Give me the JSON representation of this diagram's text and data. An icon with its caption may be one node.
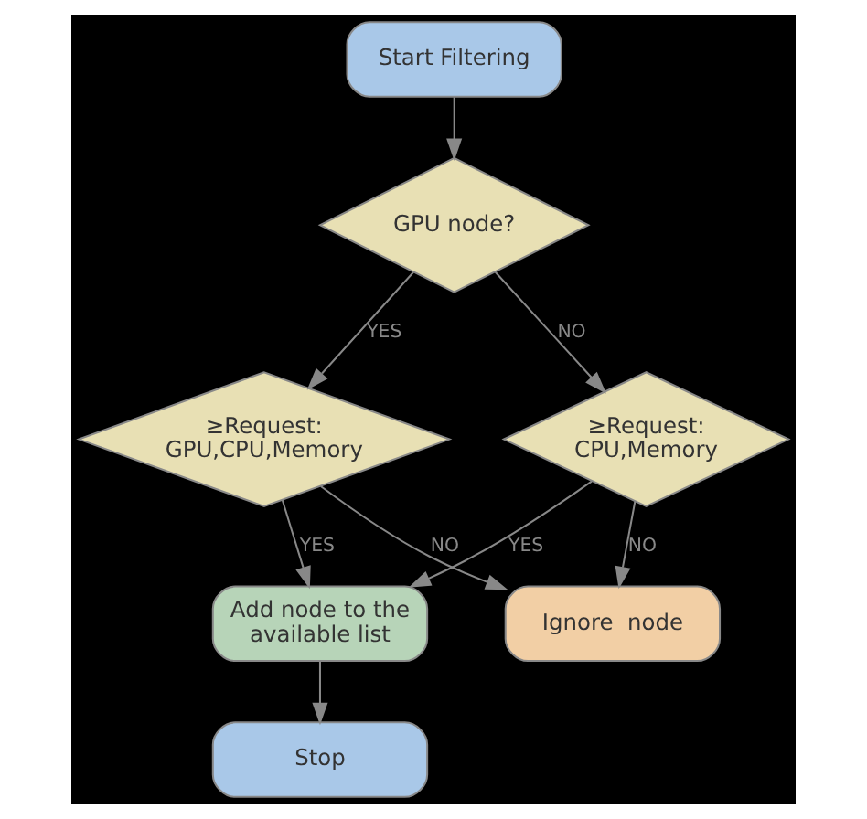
{
  "diagram": {
    "nodes": [
      {
        "text": [
          "Start Filtering"
        ]
      },
      {
        "text": [
          "GPU node?"
        ]
      },
      {
        "text": [
          "≥Request: GPU,CPU,Memory"
        ]
      },
      {
        "text": [
          "≥Request: CPU,Memory"
        ]
      },
      {
        "text": [
          "Add node to the available list"
        ]
      },
      {
        "text": [
          "Ignore  node"
        ]
      },
      {
        "text": [
          "Stop"
        ]
      }
    ],
    "edges": [
      {
        "from": 0,
        "to": 1,
        "arrow": "to"
      },
      {
        "from": 1,
        "to": 2,
        "arrow": "to",
        "label": "YES"
      },
      {
        "from": 1,
        "to": 3,
        "arrow": "to",
        "label": "NO"
      },
      {
        "from": 2,
        "to": 4,
        "arrow": "to",
        "label": "YES"
      },
      {
        "from": 2,
        "to": 5,
        "arrow": "to",
        "label": "NO"
      },
      {
        "from": 3,
        "to": 5,
        "arrow": "to",
        "label": "NO"
      },
      {
        "from": 3,
        "to": 4,
        "arrow": "to",
        "label": "YES"
      },
      {
        "from": 4,
        "to": 6,
        "arrow": "to"
      }
    ]
  }
}
